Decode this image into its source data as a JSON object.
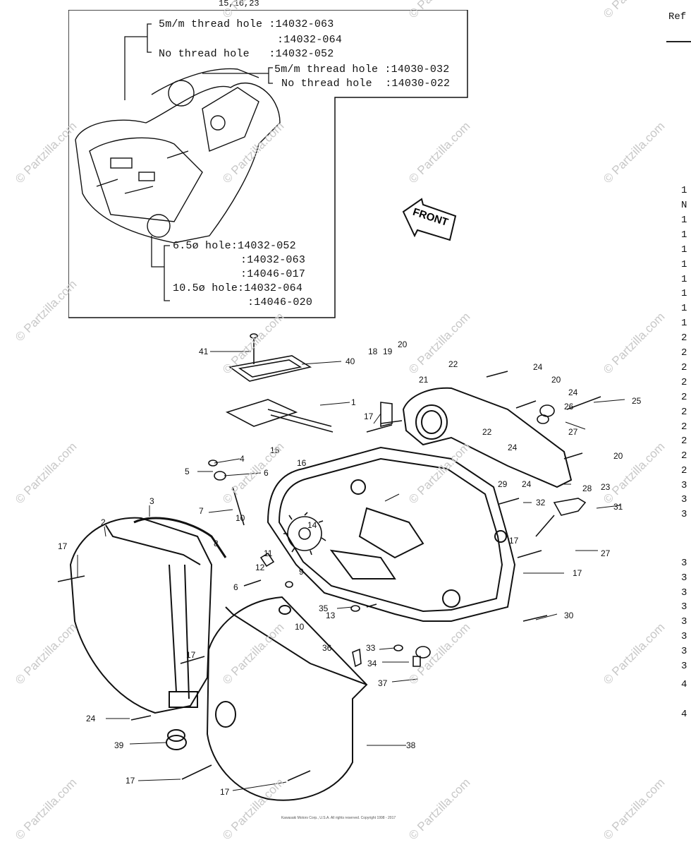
{
  "header": {
    "top_ref": "15,16,23",
    "ref_header": "Ref"
  },
  "callout_notes": {
    "upper_left": {
      "line1": "5m/m thread hole :14032-063",
      "line2": ":14032-064",
      "line3": "No thread hole   :14032-052"
    },
    "upper_right": {
      "line1": "5m/m thread hole :14030-032",
      "line2": "No thread hole  :14030-022"
    },
    "lower": {
      "line1": "6.5ø hole:14032-052",
      "line2": ":14032-063",
      "line3": ":14046-017",
      "line4": "10.5ø hole:14032-064",
      "line5": ":14046-020"
    }
  },
  "front_arrow_label": "FRONT",
  "watermark_text": "© Partzilla.com",
  "part_labels": [
    "41",
    "40",
    "18",
    "19",
    "20",
    "22",
    "24",
    "20",
    "24",
    "25",
    "26",
    "27",
    "1",
    "21",
    "17",
    "22",
    "24",
    "20",
    "4",
    "5",
    "6",
    "15",
    "16",
    "7",
    "14",
    "29",
    "24",
    "28",
    "23",
    "32",
    "31",
    "2",
    "3",
    "8",
    "10",
    "11",
    "12",
    "9",
    "17",
    "27",
    "17",
    "17",
    "13",
    "6",
    "10",
    "35",
    "30",
    "17",
    "36",
    "33",
    "34",
    "37",
    "24",
    "39",
    "38",
    "17",
    "17"
  ],
  "ref_column_numbers": [
    "1",
    "N",
    "1",
    "1",
    "1",
    "1",
    "1",
    "1",
    "1",
    "1",
    "2",
    "2",
    "2",
    "2",
    "2",
    "2",
    "2",
    "2",
    "2",
    "2",
    "3",
    "3",
    "3",
    "3",
    "3",
    "3",
    "3",
    "3",
    "3",
    "3",
    "3",
    "4",
    "4"
  ],
  "footer": {
    "copyright": "Kawasaki Motors Corp., U.S.A. All rights reserved. Copyright 1998 - 2017"
  }
}
